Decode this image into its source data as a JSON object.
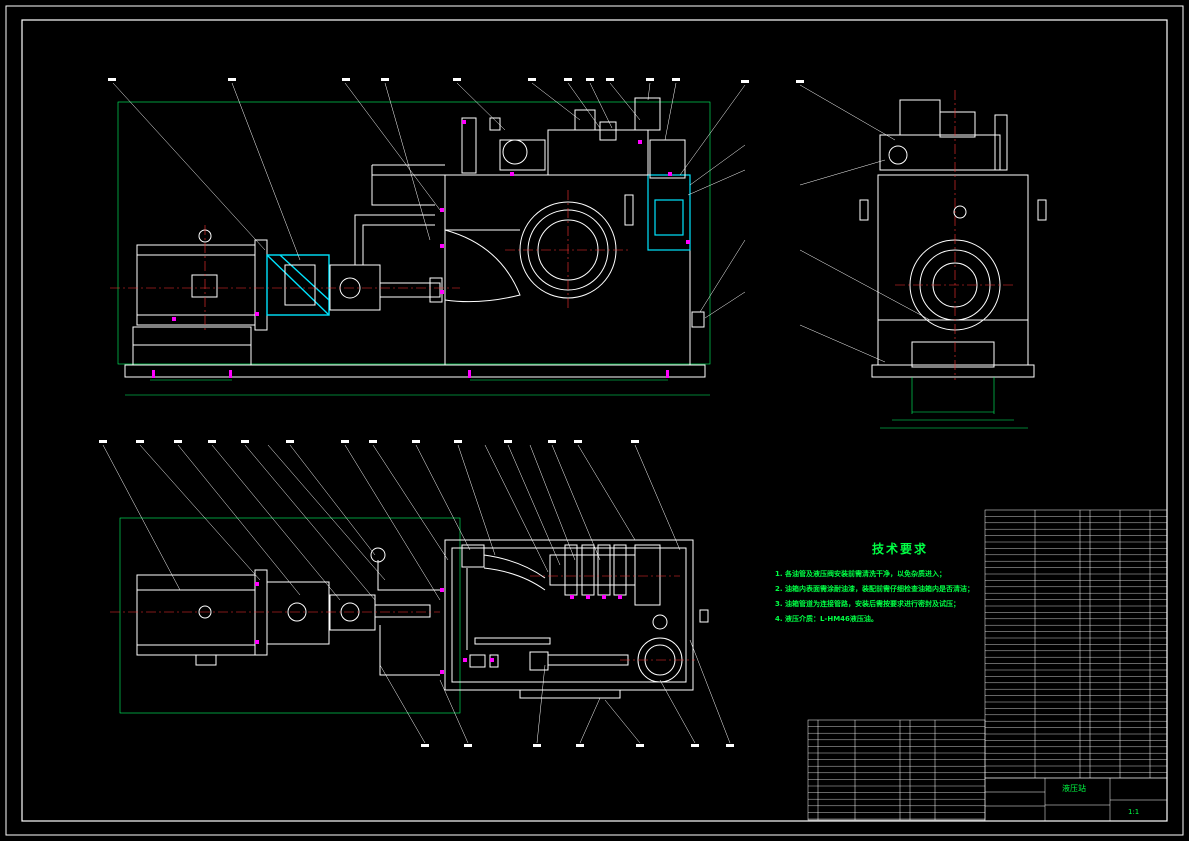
{
  "notes": {
    "title": "技术要求",
    "lines": [
      "1. 各油管及液压阀安装前需清洗干净，以免杂质进入；",
      "2. 油箱内表面需涂耐油漆，装配前需仔细检查油箱内是否清洁；",
      "3. 油箱管道为连接管路，安装后需按要求进行密封及试压；",
      "4. 液压介质：L-HM46液压油。"
    ]
  },
  "titleblock": {
    "name": "液压站",
    "sheet": "1:1"
  },
  "colors": {
    "outline": "#ffffff",
    "dim": "#00ff66",
    "center": "#ff3333",
    "section": "#00e5ff",
    "accent": "#ff00ff",
    "leader": "#ffffff"
  }
}
